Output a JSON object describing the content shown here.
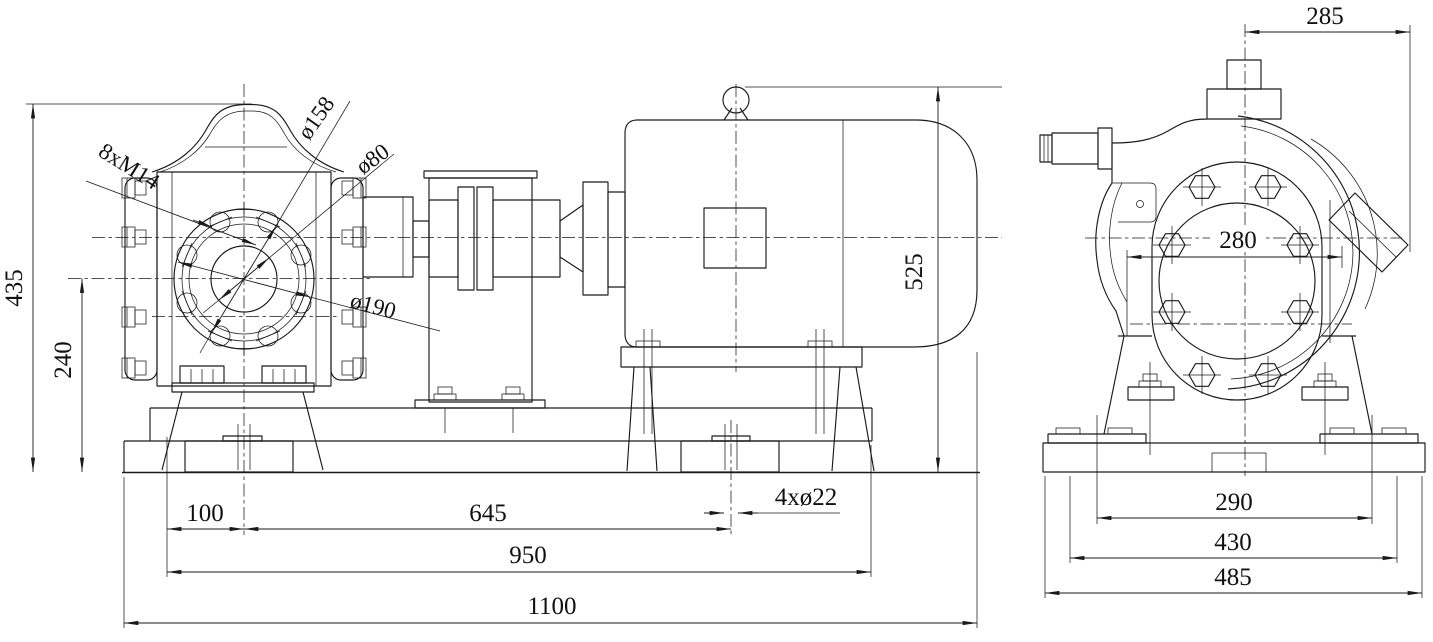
{
  "dims": {
    "side": {
      "overall_height": "435",
      "center_height": "240",
      "flange_bolts": "8xM14",
      "bolt_circle_dia": "ø158",
      "bore_dia": "ø80",
      "flange_od": "ø190",
      "motor_height": "525",
      "foot_offset": "100",
      "foot_spacing": "645",
      "base_span": "950",
      "base_length": "1100",
      "anchor_holes": "4xø22"
    },
    "end": {
      "center_to_flange": "285",
      "port_span": "280",
      "foot_inner": "290",
      "foot_outer": "430",
      "base_width": "485"
    }
  }
}
